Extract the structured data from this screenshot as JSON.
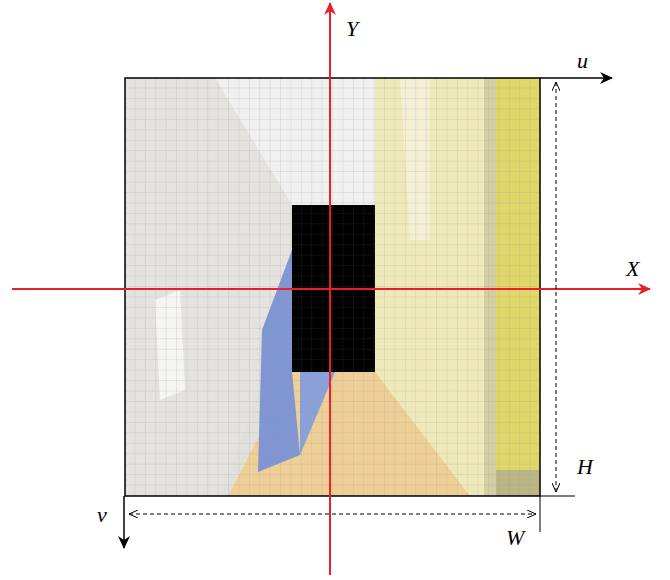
{
  "diagram": {
    "labels": [
      "Y",
      "u",
      "X",
      "H",
      "v",
      "W"
    ]
  }
}
